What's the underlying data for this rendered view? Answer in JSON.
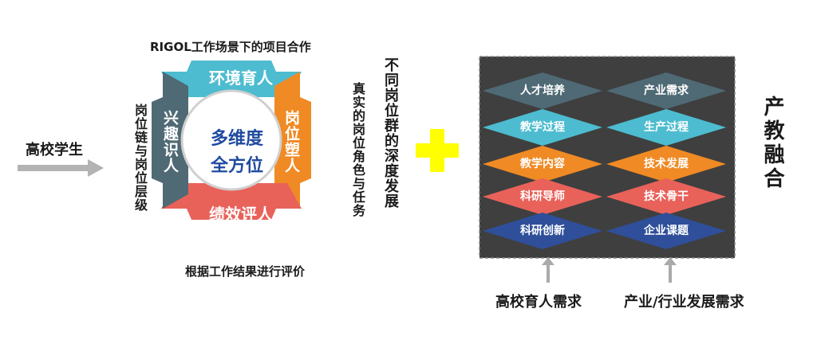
{
  "left": {
    "student_label": "高校学生"
  },
  "center": {
    "top_caption": "RIGOL工作场景下的项目合作",
    "bottom_caption": "根据工作结果进行评价",
    "left_vertical": "岗位链与岗位层级",
    "right_vertical_1": "真实的岗位角色与任务",
    "right_vertical_2": "不同岗位群的深度发展",
    "hub_line1": "多维度",
    "hub_line2": "全方位",
    "segments": {
      "top": "环境育人",
      "right": "岗位塑人",
      "bottom": "绩效评人",
      "left": "兴趣识人"
    },
    "colors": {
      "top": "#4dbcd0",
      "right": "#f08a24",
      "bottom": "#e8625a",
      "left": "#4f6a75"
    }
  },
  "right": {
    "title": "产教融合",
    "left_column": [
      "人才培养",
      "教学过程",
      "教学内容",
      "科研导师",
      "科研创新"
    ],
    "right_column": [
      "产业需求",
      "生产过程",
      "技术发展",
      "技术骨干",
      "企业课题"
    ],
    "row_colors": [
      "#4f6a75",
      "#4dbcd0",
      "#f08a24",
      "#e8625a",
      "#2f4f9a"
    ],
    "bottom_left_label": "高校育人需求",
    "bottom_right_label": "产业/行业发展需求"
  },
  "colors": {
    "plus": "#ffff00",
    "panel_bg": "#3f3f3f",
    "arrow_gray": "#aaaaaa"
  }
}
